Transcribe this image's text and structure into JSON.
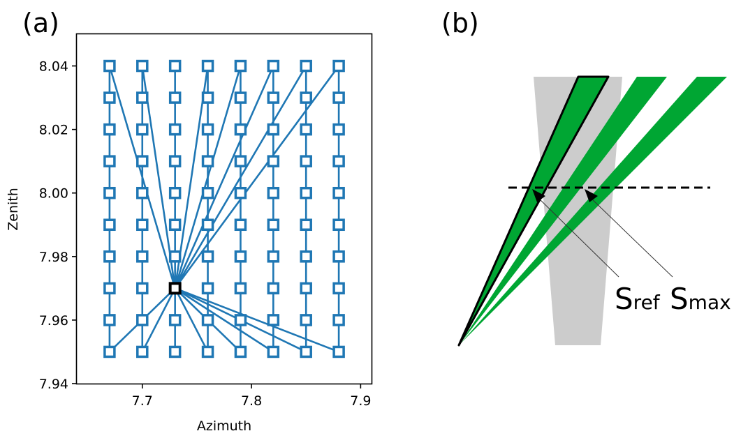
{
  "colors": {
    "series": "#1f77b4",
    "reference": "#000000",
    "beam_green": "#00a633",
    "cone_gray": "#cccccc"
  },
  "chart_data": [
    {
      "panel": "(a)",
      "type": "scatter",
      "title": "",
      "xlabel": "Azimuth",
      "ylabel": "Zenith",
      "xlim": [
        7.64,
        7.91
      ],
      "ylim": [
        7.94,
        8.05
      ],
      "xticks": [
        7.7,
        7.8,
        7.9
      ],
      "xtick_labels": [
        "7.7",
        "7.8",
        "7.9"
      ],
      "yticks": [
        7.94,
        7.96,
        7.98,
        8.0,
        8.02,
        8.04
      ],
      "ytick_labels": [
        "7.94",
        "7.96",
        "7.98",
        "8.00",
        "8.02",
        "8.04"
      ],
      "grid": false,
      "marker": "open-square",
      "azimuth_values": [
        7.67,
        7.7,
        7.73,
        7.76,
        7.79,
        7.82,
        7.85,
        7.88
      ],
      "zenith_values": [
        7.95,
        7.96,
        7.97,
        7.98,
        7.99,
        8.0,
        8.01,
        8.02,
        8.03,
        8.04
      ],
      "columns_connected_vertically": true,
      "reference_point": {
        "x": 7.73,
        "y": 7.97
      },
      "rays_from_reference": [
        {
          "x": 7.67,
          "y": 8.04
        },
        {
          "x": 7.7,
          "y": 8.04
        },
        {
          "x": 7.76,
          "y": 8.04
        },
        {
          "x": 7.79,
          "y": 8.04
        },
        {
          "x": 7.82,
          "y": 8.04
        },
        {
          "x": 7.85,
          "y": 8.04
        },
        {
          "x": 7.88,
          "y": 8.04
        },
        {
          "x": 7.67,
          "y": 7.95
        },
        {
          "x": 7.7,
          "y": 7.95
        },
        {
          "x": 7.76,
          "y": 7.95
        },
        {
          "x": 7.79,
          "y": 7.95
        },
        {
          "x": 7.82,
          "y": 7.95
        },
        {
          "x": 7.85,
          "y": 7.95
        },
        {
          "x": 7.88,
          "y": 7.95
        }
      ]
    },
    {
      "panel": "(b)",
      "type": "diagram",
      "labels": {
        "s_ref": {
          "main": "S",
          "sub": "ref"
        },
        "s_max": {
          "main": "S",
          "sub": "max"
        }
      },
      "elements": [
        "gray-cone",
        "reference-beam-outlined",
        "green-beam-2",
        "green-beam-3",
        "dashed-plane",
        "arrow-s-ref",
        "arrow-s-max"
      ]
    }
  ]
}
